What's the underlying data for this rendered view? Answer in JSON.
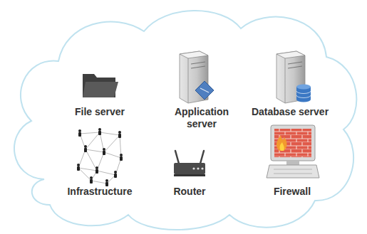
{
  "diagram": {
    "labels": [
      "File server",
      "Application server",
      "Database server",
      "Infrastructure",
      "Router",
      "Firewall"
    ]
  }
}
